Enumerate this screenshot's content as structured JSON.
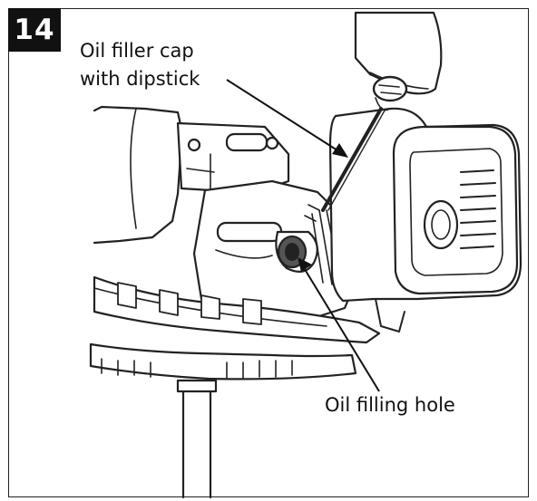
{
  "figure": {
    "number": "14",
    "callouts": {
      "cap": "Oil filler cap with dipstick",
      "hole": "Oil filling hole"
    }
  },
  "colors": {
    "line": "#222222",
    "shade": "#555555",
    "background": "#ffffff"
  }
}
